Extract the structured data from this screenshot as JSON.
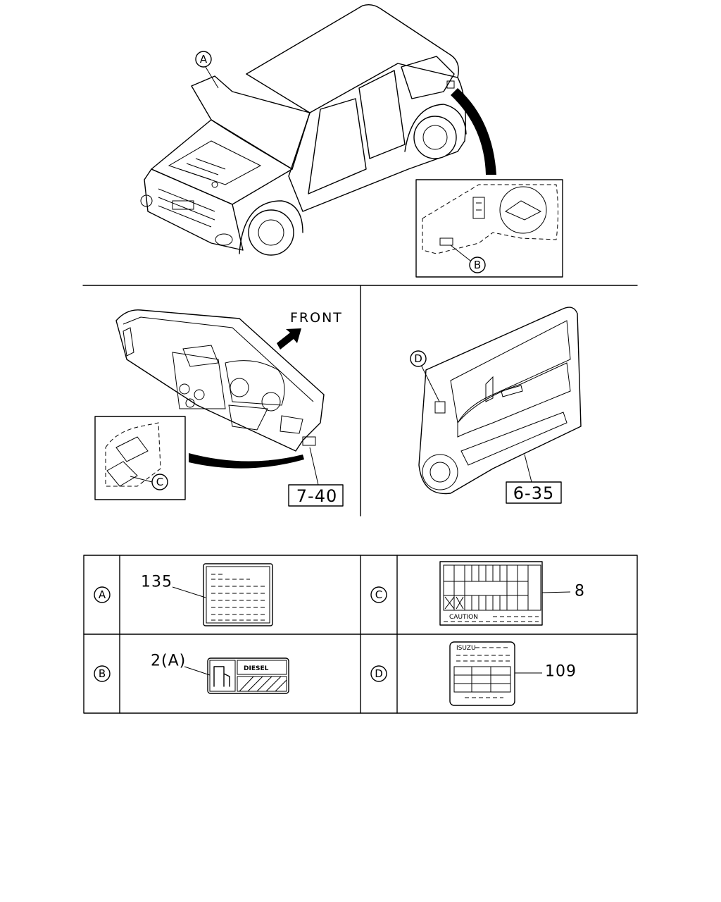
{
  "callouts": {
    "a": "A",
    "b": "B",
    "c": "C",
    "d": "D"
  },
  "front_label": "FRONT",
  "reference_boxes": {
    "dashboard": "7-40",
    "door_trim": "6-35"
  },
  "table": {
    "rows": [
      {
        "key": "A",
        "part_number": "135"
      },
      {
        "key": "B",
        "part_number": "2(A)"
      },
      {
        "key": "C",
        "part_number": "8"
      },
      {
        "key": "D",
        "part_number": "109"
      }
    ]
  },
  "label_texts": {
    "diesel": "DIESEL",
    "caution": "CAUTION",
    "brand": "ISUZU"
  }
}
